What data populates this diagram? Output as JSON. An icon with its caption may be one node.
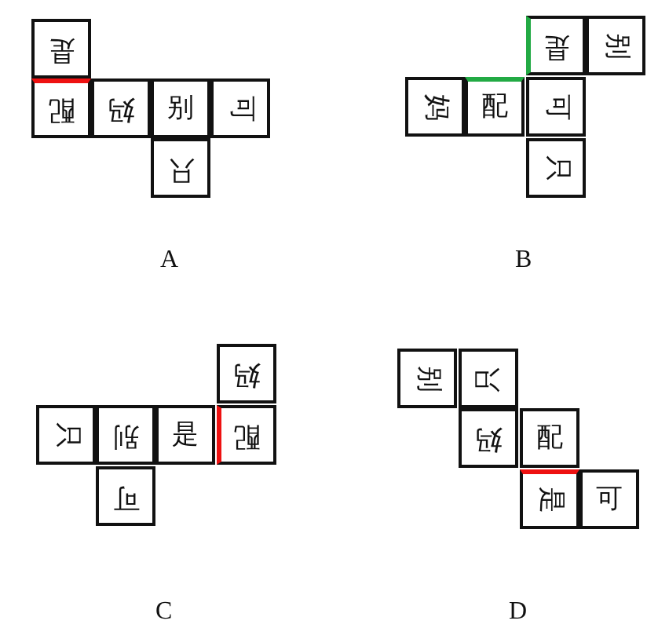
{
  "diagram": {
    "nodes": [
      {
        "text": [
          "是"
        ]
      },
      {
        "text": [
          "配"
        ]
      },
      {
        "text": [
          "妈"
        ]
      },
      {
        "text": [
          "别"
        ]
      },
      {
        "text": [
          "可"
        ]
      },
      {
        "text": [
          "只"
        ]
      },
      {
        "text": [
          "是"
        ]
      },
      {
        "text": [
          "别"
        ]
      },
      {
        "text": [
          "妈"
        ]
      },
      {
        "text": [
          "配"
        ]
      },
      {
        "text": [
          "可"
        ]
      },
      {
        "text": [
          "只"
        ]
      },
      {
        "text": [
          "妈"
        ]
      },
      {
        "text": [
          "只"
        ]
      },
      {
        "text": [
          "别"
        ]
      },
      {
        "text": [
          "是"
        ]
      },
      {
        "text": [
          "配"
        ]
      },
      {
        "text": [
          "可"
        ]
      },
      {
        "text": [
          "别"
        ]
      },
      {
        "text": [
          "只"
        ]
      },
      {
        "text": [
          "妈"
        ]
      },
      {
        "text": [
          "配"
        ]
      },
      {
        "text": [
          "是"
        ]
      },
      {
        "text": [
          "可"
        ]
      }
    ],
    "labels": [
      "A",
      "B",
      "C",
      "D"
    ]
  }
}
